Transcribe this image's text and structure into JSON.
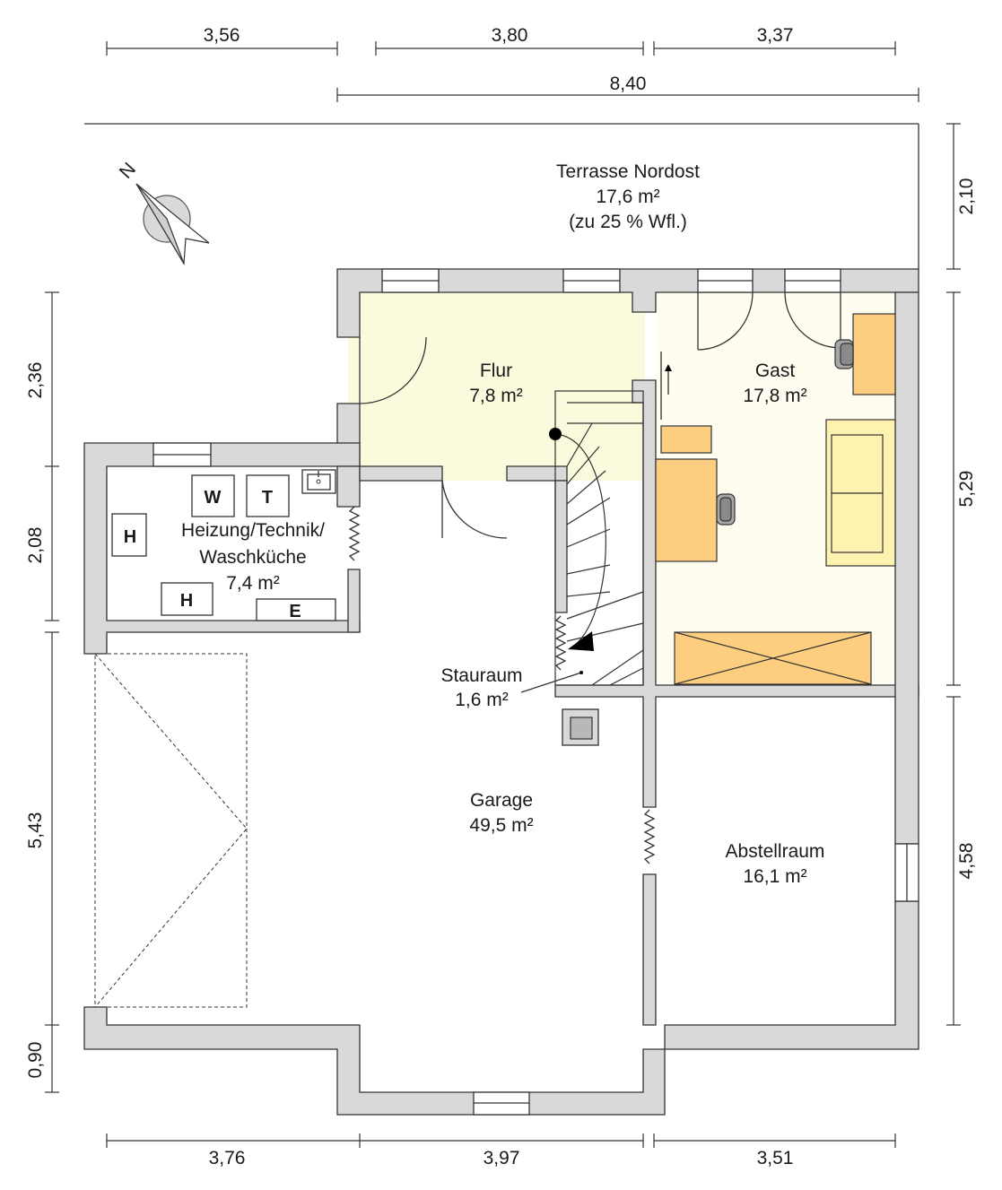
{
  "dimensions": {
    "top_1": "3,56",
    "top_2": "3,80",
    "top_3": "3,37",
    "top_total": "8,40",
    "bottom_1": "3,76",
    "bottom_2": "3,97",
    "bottom_3": "3,51",
    "left_1": "2,36",
    "left_2": "2,08",
    "left_3": "5,43",
    "left_4": "0,90",
    "right_1": "2,10",
    "right_2": "5,29",
    "right_3": "4,58"
  },
  "compass": {
    "label": "N",
    "icon": "north-arrow-icon"
  },
  "rooms": {
    "terrasse": {
      "name": "Terrasse Nordost",
      "area": "17,6 m²",
      "note": "(zu 25 % Wfl.)"
    },
    "flur": {
      "name": "Flur",
      "area": "7,8 m²"
    },
    "gast": {
      "name": "Gast",
      "area": "17,8 m²"
    },
    "heizung": {
      "name_1": "Heizung/Technik/",
      "name_2": "Waschküche",
      "area": "7,4 m²"
    },
    "stauraum": {
      "name": "Stauraum",
      "area": "1,6 m²"
    },
    "garage": {
      "name": "Garage",
      "area": "49,5 m²"
    },
    "abstellraum": {
      "name": "Abstellraum",
      "area": "16,1 m²"
    }
  },
  "appliances": {
    "washer": "W",
    "dryer": "T",
    "heater_1": "H",
    "heater_2": "H",
    "electric": "E"
  },
  "colors": {
    "wall_fill": "#d9d9d9",
    "flur_fill": "#fafadc",
    "gast_fill": "#fffdf0",
    "furniture_orange": "#fdcd80",
    "sofa_yellow": "#fdf2b0",
    "chair_grey": "#a7a7a7"
  }
}
